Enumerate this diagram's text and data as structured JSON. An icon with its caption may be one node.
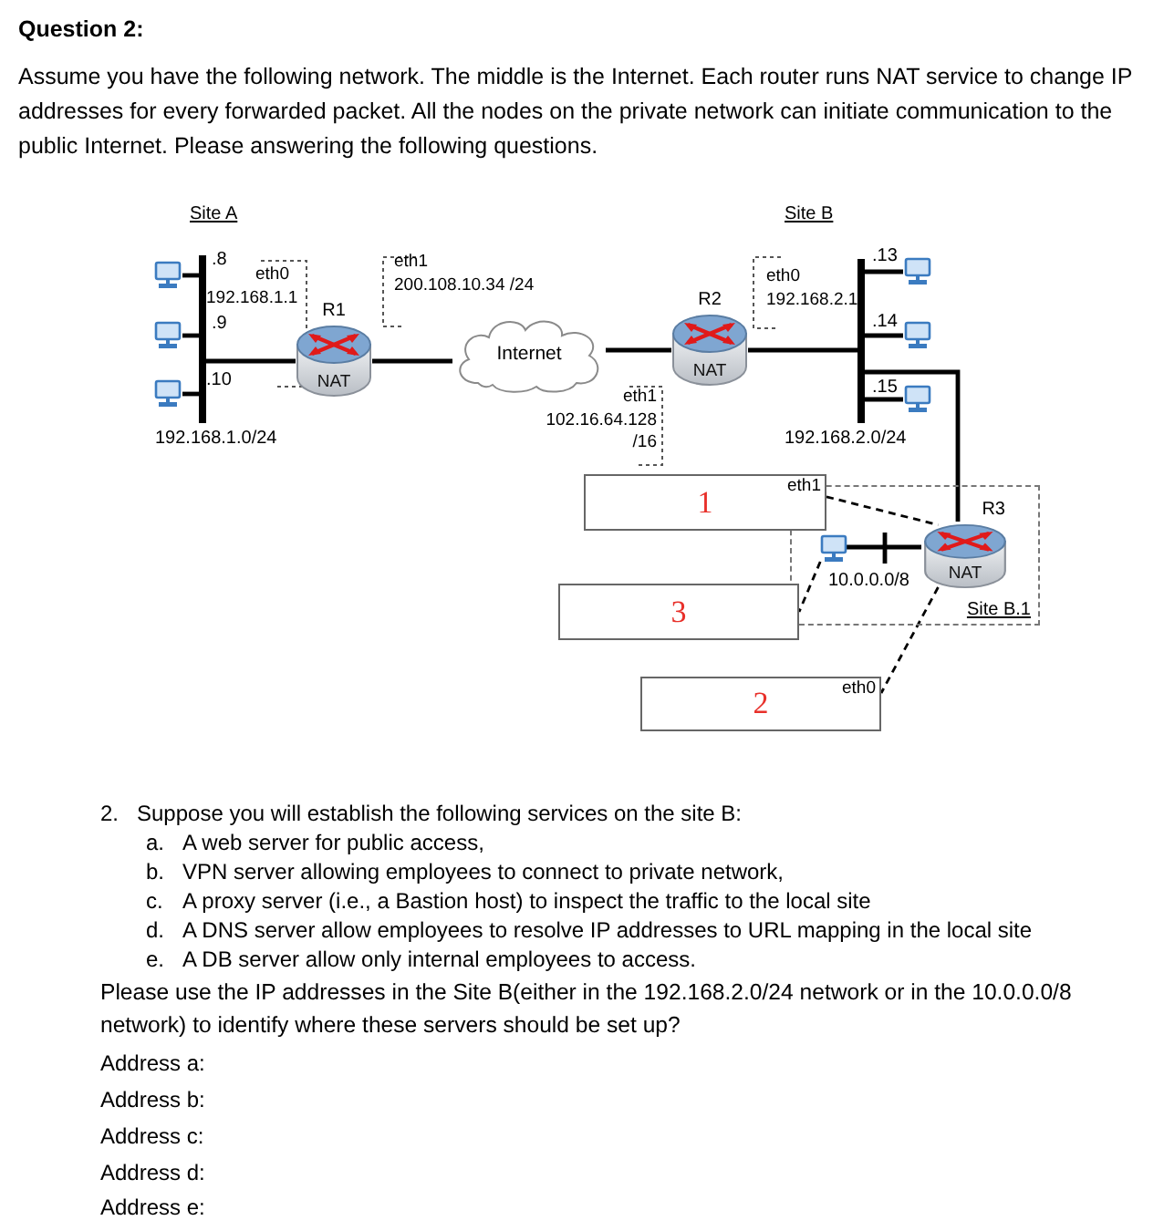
{
  "diagram": {
    "title": "Question 2:",
    "nodes": [
      {
        "text": [],
        "shape": "computer"
      },
      {
        "text": [],
        "shape": "computer"
      },
      {
        "text": [],
        "shape": "computer"
      },
      {
        "text": [],
        "shape": "bar",
        "beside": [
          "192.168.1.0/24"
        ]
      },
      {
        "text": [
          "R1",
          "NAT"
        ]
      },
      {
        "text": [
          "Internet"
        ]
      },
      {
        "text": [
          "R2",
          "NAT"
        ]
      },
      {
        "text": [],
        "shape": "computer",
        "beside": [
          ".13"
        ]
      },
      {
        "text": [],
        "shape": "computer",
        "beside": [
          ".14"
        ]
      },
      {
        "text": [],
        "shape": "computer",
        "beside": [
          ".15"
        ]
      },
      {
        "text": [],
        "shape": "bar",
        "beside": [
          "192.168.2.0/24"
        ]
      },
      {
        "text": [
          "Site B.1"
        ]
      },
      {
        "text": [
          "R3",
          "NAT"
        ],
        "in": 11
      },
      {
        "text": [],
        "shape": "computer",
        "in": 11,
        "beside": [
          "10.0.0.0/8"
        ]
      },
      {
        "text": [
          "1",
          "eth1"
        ]
      },
      {
        "text": [
          "3"
        ]
      },
      {
        "text": [
          "2",
          "eth0"
        ]
      }
    ],
    "edges": [
      {
        "from": 0,
        "to": 3,
        "arrow": "none"
      },
      {
        "from": 1,
        "to": 3,
        "arrow": "none"
      },
      {
        "from": 2,
        "to": 3,
        "arrow": "none"
      },
      {
        "from": 3,
        "to": 4,
        "arrow": "none"
      },
      {
        "from": 4,
        "to": 5,
        "arrow": "none"
      },
      {
        "from": 5,
        "to": 6,
        "arrow": "none"
      },
      {
        "from": 6,
        "to": 10,
        "arrow": "none"
      },
      {
        "from": 10,
        "to": 7,
        "arrow": "none"
      },
      {
        "from": 10,
        "to": 8,
        "arrow": "none"
      },
      {
        "from": 10,
        "to": 9,
        "arrow": "none"
      },
      {
        "from": 10,
        "to": 12,
        "arrow": "none"
      },
      {
        "from": 13,
        "to": 12,
        "arrow": "none"
      },
      {
        "from": 14,
        "to": 12,
        "arrow": "none",
        "style": "dashed"
      },
      {
        "from": 13,
        "to": 15,
        "arrow": "none",
        "style": "dashed"
      },
      {
        "from": 12,
        "to": 16,
        "arrow": "none",
        "style": "dashed"
      }
    ],
    "labels": [
      "Assume you have the following network. The middle is the Internet. Each router runs NAT service to change IP addresses for every forwarded packet. All the nodes on the private network can initiate communication to the public Internet. Please answering the following questions.",
      "Site A",
      ".8",
      ".9",
      ".10",
      "eth0",
      "192.168.1.1",
      "eth1",
      "200.108.10.34 /24",
      "Site B",
      "eth0",
      "192.168.2.1",
      "eth1",
      "102.16.64.128 /16",
      "2.",
      "Suppose you will establish the following services on the site B:",
      "a.",
      "A web server for public access,",
      "b.",
      "VPN server allowing employees to connect to private network,",
      "c.",
      "A proxy server (i.e., a Bastion host) to inspect the traffic to the local site",
      "d.",
      "A DNS server allow employees to resolve IP addresses to URL mapping in the local site",
      "e.",
      "A DB server allow only internal employees to access.",
      "Please use the IP addresses in the Site B(either in the 192.168.2.0/24 network or in the 10.0.0.0/8 network) to identify where these servers should be set up?",
      "Address a:",
      "Address b:",
      "Address c:",
      "Address d:",
      "Address e:"
    ]
  }
}
